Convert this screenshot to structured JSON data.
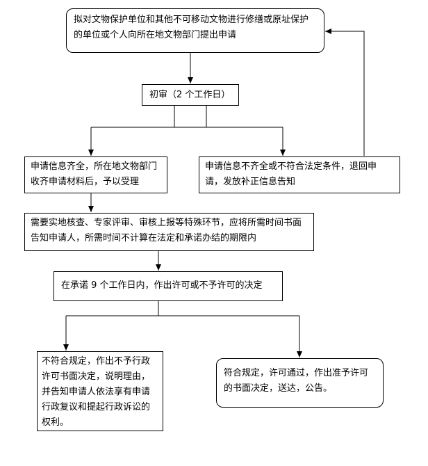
{
  "flowchart": {
    "nodes": {
      "application": "拟对文物保护单位和其他不可移动文物进行修缮或原址保护的单位或个人向所在地文物部门提出申请",
      "preliminary_review": "初审（2 个工作日）",
      "accepted": "申请信息齐全，所在地文物部门收齐申请材料后，予以受理",
      "rejected_incomplete": "申请信息不齐全或不符合法定条件，退回申请，发放补正信息告知",
      "special_procedures": "需要实地核查、专家评审、审核上报等特殊环节，应将所需时间书面告知申请人，所需时间不计算在法定和承诺办结的期限内",
      "decision": "在承诺 9 个工作日内，作出许可或不予许可的决定",
      "not_approved": "不符合规定，作出不予行政许可书面决定，说明理由，并告知申请人依法享有申请行政复议和提起行政诉讼的权利。",
      "approved": "符合规定，许可通过，作出准予许可的书面决定，送达，公告。"
    }
  }
}
